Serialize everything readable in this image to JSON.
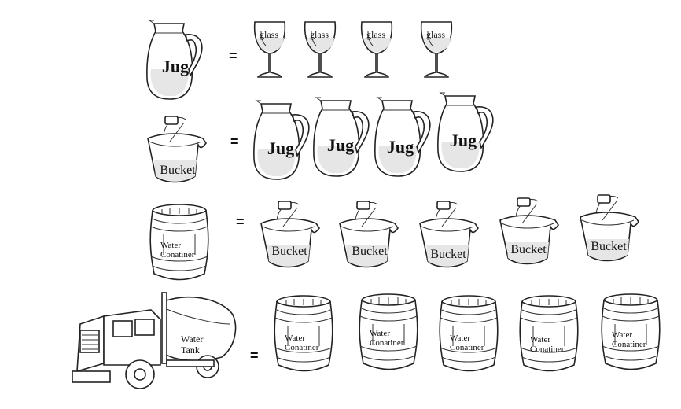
{
  "equals_sign": "=",
  "labels": {
    "jug": "Jug",
    "glass": "glass",
    "bucket": "Bucket",
    "water_container_line1": "Water",
    "water_container_line2": "Conatiner",
    "water_tank_line1": "Water",
    "water_tank_line2": "Tank"
  },
  "rows": [
    {
      "unit": "jug",
      "equals": "glass",
      "count": 4
    },
    {
      "unit": "bucket",
      "equals": "jug",
      "count": 4
    },
    {
      "unit": "water-container",
      "equals": "bucket",
      "count": 5
    },
    {
      "unit": "water-tank",
      "equals": "water-container",
      "count": 5
    }
  ]
}
